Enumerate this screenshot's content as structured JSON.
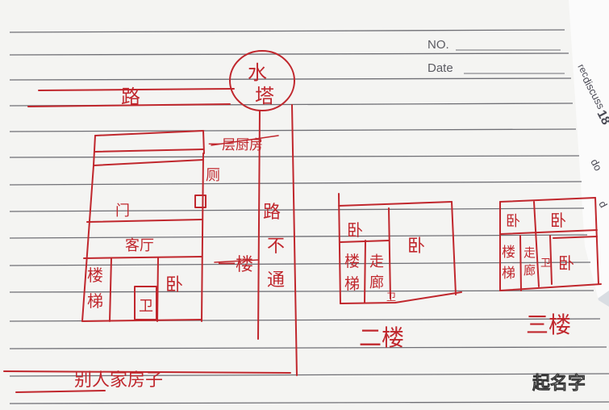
{
  "notebook": {
    "no_label": "NO.",
    "date_label": "Date"
  },
  "diagram": {
    "road_top": "路",
    "water_tower": [
      "水",
      "塔"
    ],
    "kitchen": "一层厨房",
    "toilet_small": "厕",
    "door": "门",
    "living_room": "客厅",
    "stairs": [
      "楼",
      "梯"
    ],
    "toilet_wei": "卫",
    "bedroom": "卧",
    "first_floor": "一楼",
    "road_blocked": [
      "路",
      "不",
      "通"
    ],
    "neighbor": "别人家房子",
    "second_floor": "二楼",
    "corridor": [
      "走",
      "廊"
    ],
    "third_floor": "三楼"
  },
  "side_sheet": [
    "discuss",
    "do",
    "18",
    "d",
    "rec"
  ],
  "watermark": "起名字"
}
